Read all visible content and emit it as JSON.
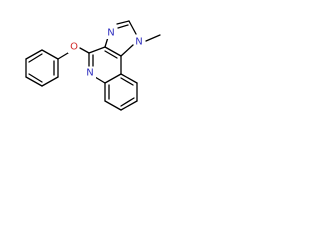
{
  "molecule": {
    "atoms": {
      "n_imidazole_top": {
        "symbol": "N",
        "color": "#2f2fbf"
      },
      "n_methyl": {
        "symbol": "N",
        "color": "#2f2fbf"
      },
      "o_ether": {
        "symbol": "O",
        "color": "#d22b2b"
      },
      "n_quinoline": {
        "symbol": "N",
        "color": "#2f2fbf"
      }
    },
    "bond_color": "#000000"
  }
}
